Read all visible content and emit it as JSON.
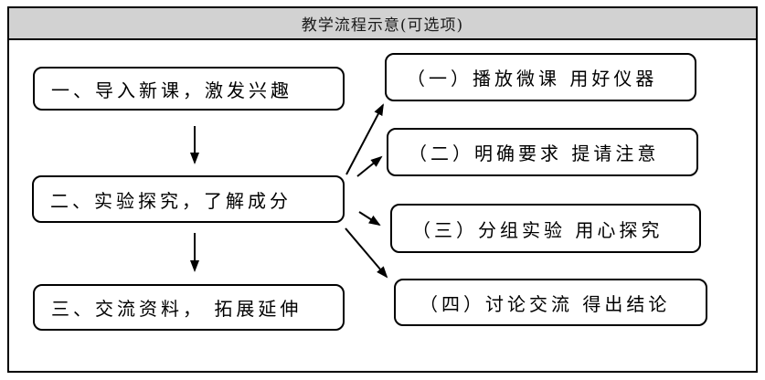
{
  "title": "教学流程示意(可选项)",
  "colors": {
    "header_bg": "#d2d2d2",
    "line": "#000000",
    "node_bg": "#ffffff",
    "node_border": "#000000"
  },
  "left_steps": [
    {
      "label": "一、导入新课，激发兴趣"
    },
    {
      "label": "二、实验探究，了解成分"
    },
    {
      "label": "三、交流资料， 拓展延伸"
    }
  ],
  "right_steps": [
    {
      "label": "（一）播放微课 用好仪器"
    },
    {
      "label": "（二）明确要求 提请注意"
    },
    {
      "label": "（三）分组实验 用心探究"
    },
    {
      "label": "（四）讨论交流 得出结论"
    }
  ]
}
